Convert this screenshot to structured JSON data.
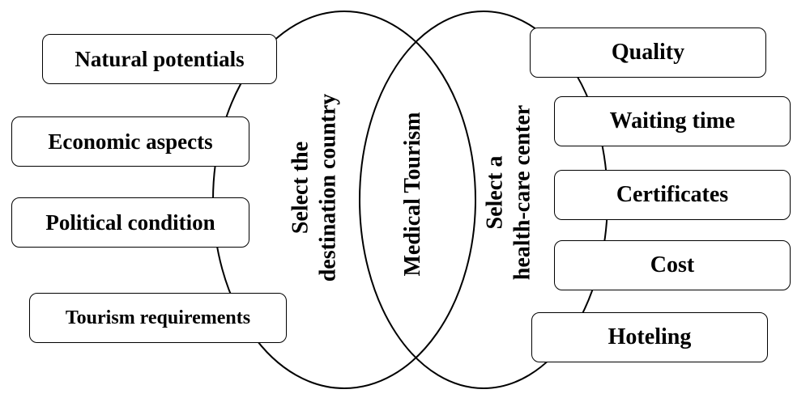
{
  "left_circle": {
    "line1": "Select the",
    "line2": "destination country"
  },
  "center_overlap": {
    "label": "Medical Tourism"
  },
  "right_circle": {
    "line1": "Select a",
    "line2": "health-care center"
  },
  "left_factors": [
    "Natural potentials",
    "Economic aspects",
    "Political condition",
    "Tourism requirements"
  ],
  "right_factors": [
    "Quality",
    "Waiting time",
    "Certificates",
    "Cost",
    "Hoteling"
  ]
}
